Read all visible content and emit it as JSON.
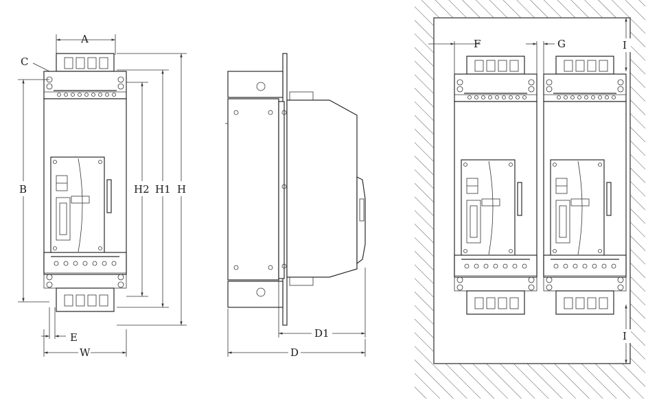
{
  "labels": {
    "a": "A",
    "b": "B",
    "c": "C",
    "d": "D",
    "d1": "D1",
    "e": "E",
    "f": "F",
    "g": "G",
    "h": "H",
    "h1": "H1",
    "h2": "H2",
    "i_top": "I",
    "i_bottom": "I",
    "w": "W"
  },
  "colors": {
    "line": "#2a2a2a",
    "background": "#ffffff",
    "hatch": "#555555"
  }
}
